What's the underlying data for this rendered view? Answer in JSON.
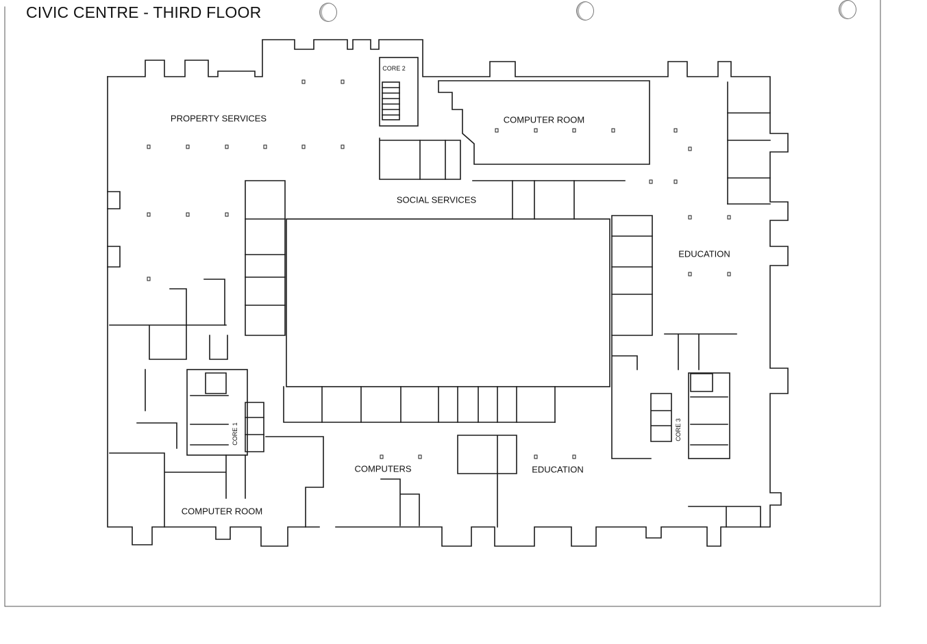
{
  "title": "CIVIC CENTRE - THIRD FLOOR",
  "rooms": {
    "property_services": "PROPERTY SERVICES",
    "computer_room_top": "COMPUTER ROOM",
    "social_services": "SOCIAL SERVICES",
    "education_right": "EDUCATION",
    "computers": "COMPUTERS",
    "education_bottom": "EDUCATION",
    "computer_room_bottom": "COMPUTER ROOM"
  },
  "cores": {
    "core1": "CORE 1",
    "core2": "CORE 2",
    "core3": "CORE 3"
  },
  "colors": {
    "line": "#1a1a1a",
    "paper": "#ffffff"
  }
}
